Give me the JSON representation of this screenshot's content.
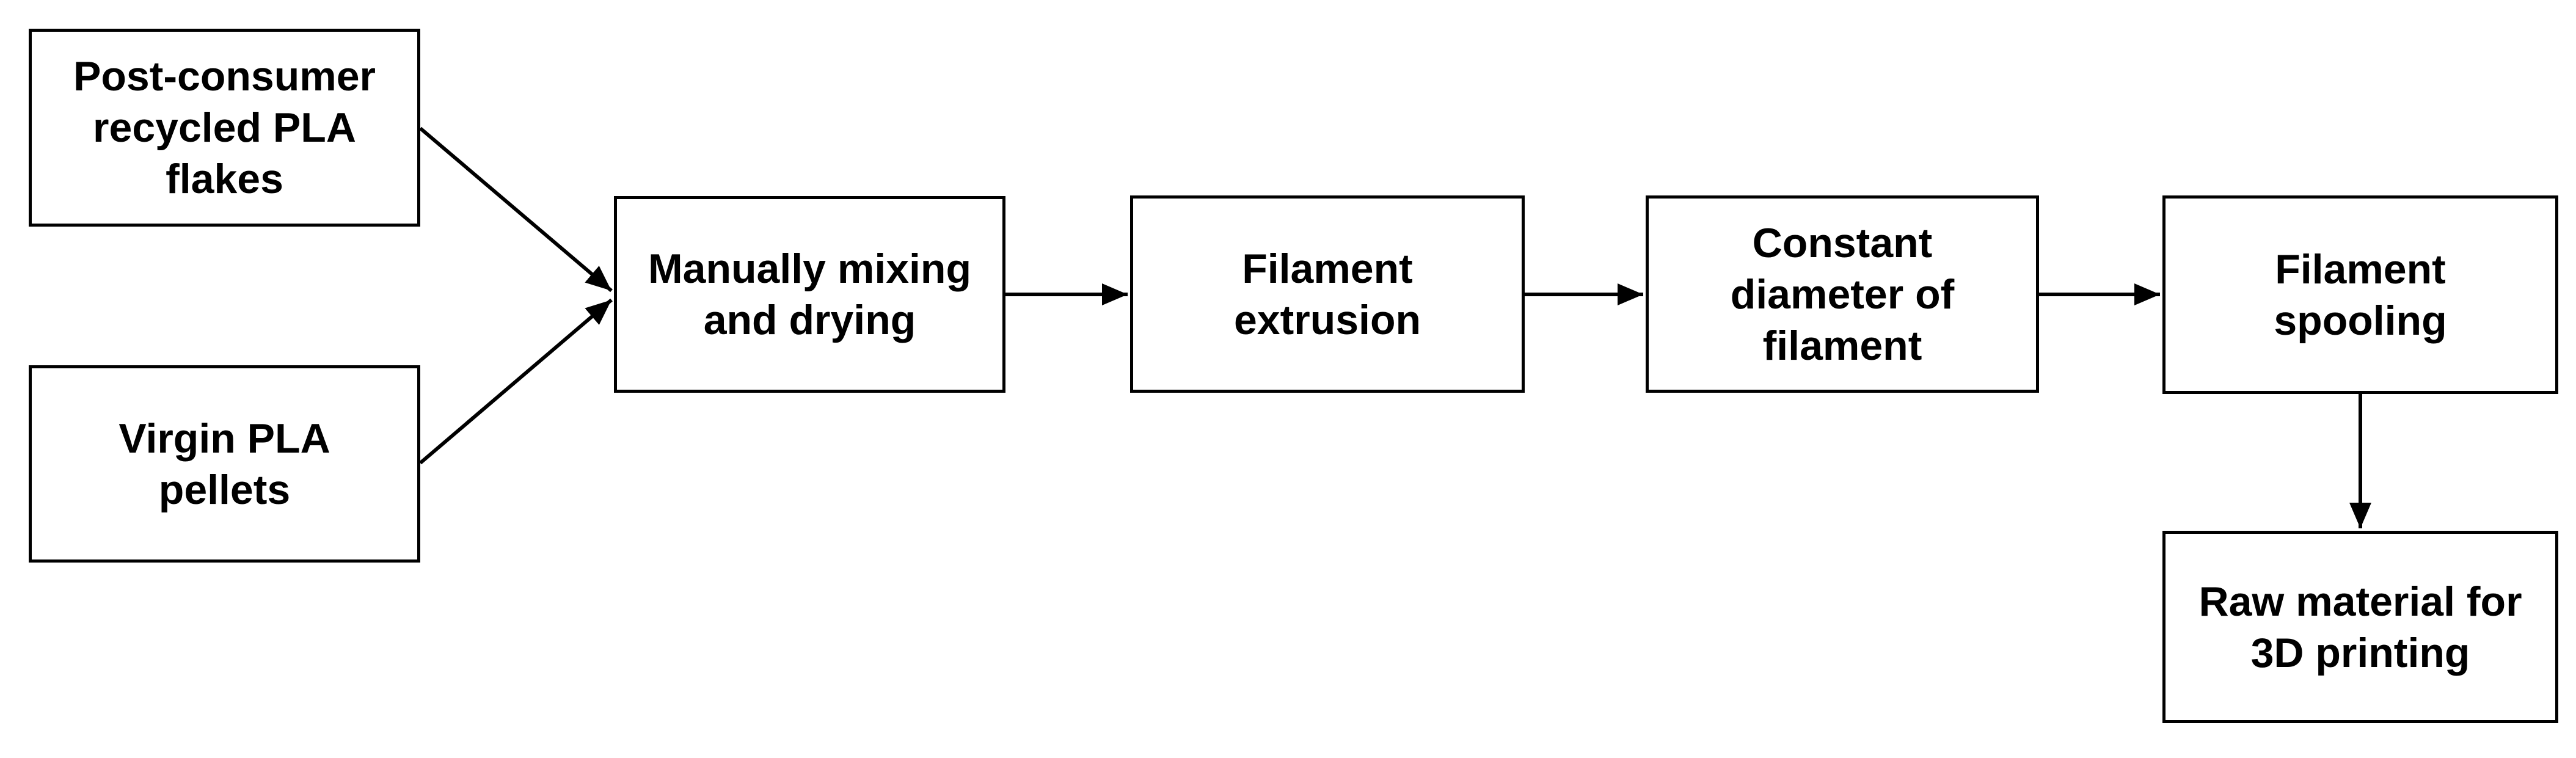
{
  "diagram": {
    "type": "flowchart",
    "background_color": "#ffffff",
    "box_border_color": "#000000",
    "box_fill_color": "#ffffff",
    "text_color": "#000000",
    "arrow_color": "#000000",
    "nodes": [
      {
        "id": "post-consumer-recycled-pla-flakes",
        "label": "Post-consumer\nrecycled PLA\nflakes"
      },
      {
        "id": "virgin-pla-pellets",
        "label": "Virgin PLA\npellets"
      },
      {
        "id": "manually-mixing-and-drying",
        "label": "Manually mixing\nand drying"
      },
      {
        "id": "filament-extrusion",
        "label": "Filament\nextrusion"
      },
      {
        "id": "constant-diameter-of-filament",
        "label": "Constant\ndiameter of\nfilament"
      },
      {
        "id": "filament-spooling",
        "label": "Filament\nspooling"
      },
      {
        "id": "raw-material-for-3d-printing",
        "label": "Raw material for\n3D printing"
      }
    ],
    "edges": [
      {
        "from": "post-consumer-recycled-pla-flakes",
        "to": "manually-mixing-and-drying"
      },
      {
        "from": "virgin-pla-pellets",
        "to": "manually-mixing-and-drying"
      },
      {
        "from": "manually-mixing-and-drying",
        "to": "filament-extrusion"
      },
      {
        "from": "filament-extrusion",
        "to": "constant-diameter-of-filament"
      },
      {
        "from": "constant-diameter-of-filament",
        "to": "filament-spooling"
      },
      {
        "from": "filament-spooling",
        "to": "raw-material-for-3d-printing"
      }
    ]
  }
}
